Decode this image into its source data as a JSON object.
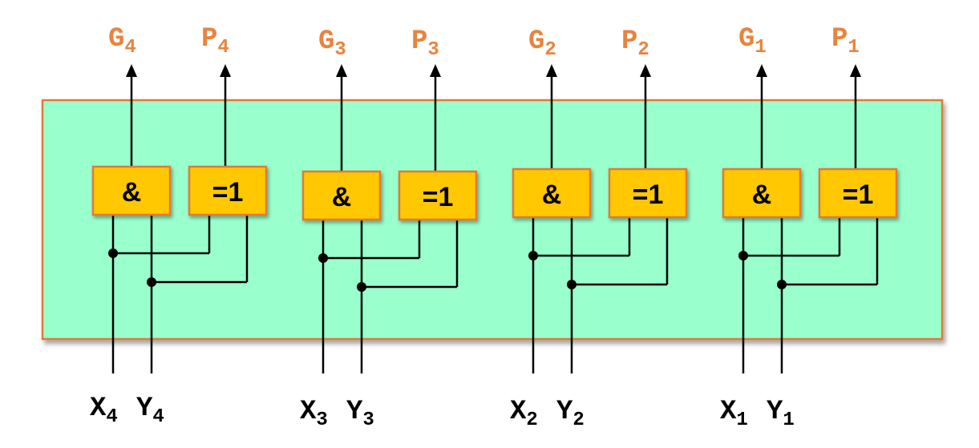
{
  "blocks": [
    {
      "g_label": "G",
      "g_sub": "4",
      "p_label": "P",
      "p_sub": "4",
      "and_label": "&",
      "xor_label": "=1",
      "x_label": "X",
      "x_sub": "4",
      "y_label": "Y",
      "y_sub": "4"
    },
    {
      "g_label": "G",
      "g_sub": "3",
      "p_label": "P",
      "p_sub": "3",
      "and_label": "&",
      "xor_label": "=1",
      "x_label": "X",
      "x_sub": "3",
      "y_label": "Y",
      "y_sub": "3"
    },
    {
      "g_label": "G",
      "g_sub": "2",
      "p_label": "P",
      "p_sub": "2",
      "and_label": "&",
      "xor_label": "=1",
      "x_label": "X",
      "x_sub": "2",
      "y_label": "Y",
      "y_sub": "2"
    },
    {
      "g_label": "G",
      "g_sub": "1",
      "p_label": "P",
      "p_sub": "1",
      "and_label": "&",
      "xor_label": "=1",
      "x_label": "X",
      "x_sub": "1",
      "y_label": "Y",
      "y_sub": "1"
    }
  ],
  "colors": {
    "panel_fill": "#99ffcc",
    "panel_border": "#e07a38",
    "gate_fill": "#ffc800",
    "output_label": "#e8843e"
  }
}
